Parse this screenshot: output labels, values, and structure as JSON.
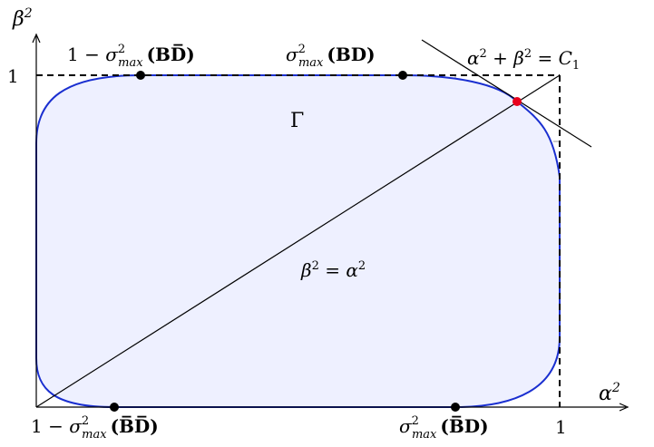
{
  "labels": {
    "y_axis": "β",
    "y_axis_sup": "2",
    "x_axis": "α",
    "x_axis_sup": "2",
    "y_tick_one": "1",
    "x_tick_one": "1",
    "region_name": "Γ",
    "diagonal": {
      "lhs": "β",
      "sup1": "2",
      "eq": " = ",
      "rhs": "α",
      "sup2": "2"
    },
    "tangent_line": {
      "a": "α",
      "s1": "2",
      "plus": " + ",
      "b": "β",
      "s2": "2",
      "eq": " = ",
      "c": "C",
      "sub": "1"
    },
    "point_top_left": {
      "prefix": "1 − ",
      "sigma": "σ",
      "sup": "2",
      "sub": "max",
      "arg": "(BD̅)"
    },
    "point_top_right": {
      "prefix": "",
      "sigma": "σ",
      "sup": "2",
      "sub": "max",
      "arg": "(BD)"
    },
    "point_bottom_left": {
      "prefix": "1 − ",
      "sigma": "σ",
      "sup": "2",
      "sub": "max",
      "arg": "(B̅D̅)"
    },
    "point_bottom_right": {
      "prefix": "",
      "sigma": "σ",
      "sup": "2",
      "sub": "max",
      "arg": "(B̅D)"
    }
  },
  "colors": {
    "boundary": "#1a2fd0",
    "fill": "#eef0ff",
    "tangent_point": "#e8001c",
    "dot": "#000000",
    "dashed_grid": "#9a9a9a"
  }
}
